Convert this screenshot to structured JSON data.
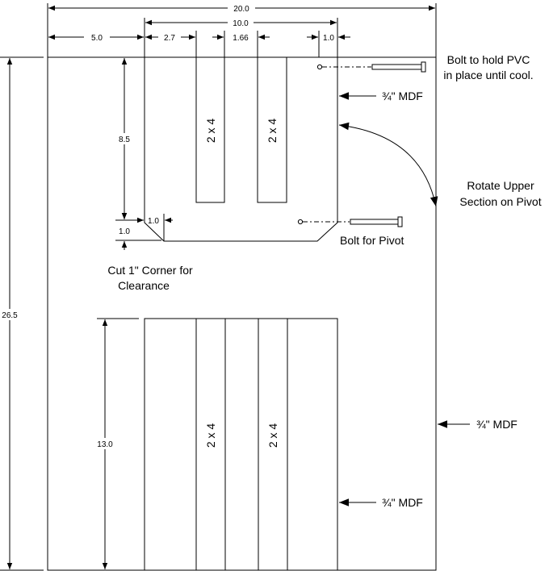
{
  "dimensions": {
    "overall_width": "20.0",
    "inner_width": "10.0",
    "left_offset": "5.0",
    "board_offset": "2.7",
    "board_gap": "1.66",
    "right_margin": "1.0",
    "upper_height": "8.5",
    "corner_horizontal": "1.0",
    "corner_vertical": "1.0",
    "overall_height": "26.5",
    "lower_height": "13.0"
  },
  "labels": {
    "bolt_pvc_line1": "Bolt to hold PVC",
    "bolt_pvc_line2": "in place until cool.",
    "mdf_upper": "¾\" MDF",
    "rotate_line1": "Rotate Upper",
    "rotate_line2": "Section on Pivot",
    "bolt_pivot": "Bolt for Pivot",
    "cut_line1": "Cut 1\" Corner for",
    "cut_line2": "Clearance",
    "mdf_right": "¾\" MDF",
    "mdf_lower": "¾\" MDF"
  },
  "boards": [
    "2 x 4",
    "2 x 4",
    "2 x 4",
    "2 x 4"
  ]
}
